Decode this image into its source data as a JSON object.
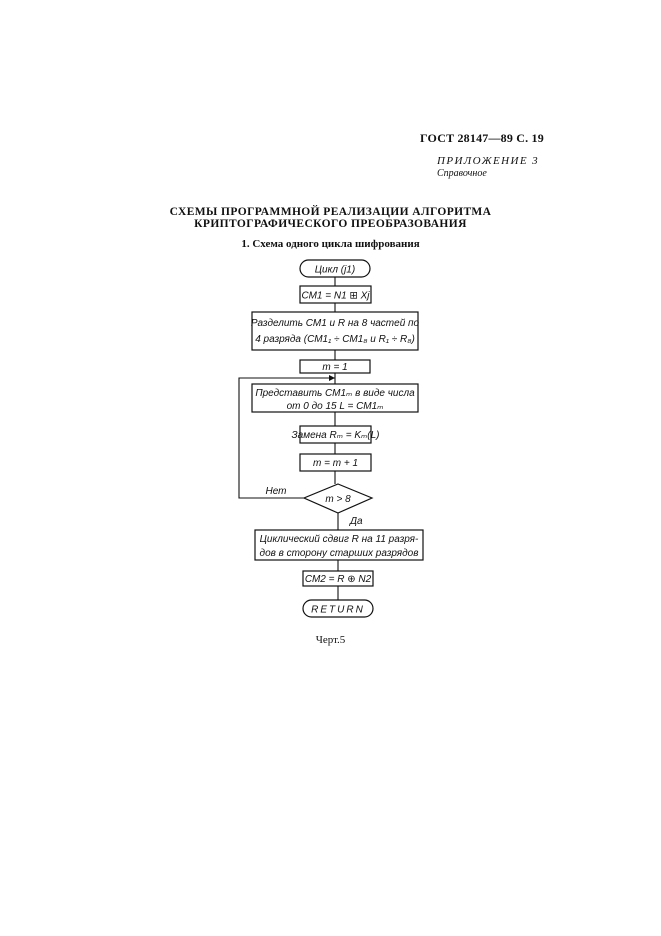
{
  "header": {
    "standard_ref": "ГОСТ 28147—89 С. 19",
    "appendix_title": "ПРИЛОЖЕНИЕ 3",
    "appendix_note": "Справочное"
  },
  "title": {
    "line1": "СХЕМЫ ПРОГРАММНОЙ РЕАЛИЗАЦИИ АЛГОРИТМА",
    "line2": "КРИПТОГРАФИЧЕСКОГО ПРЕОБРАЗОВАНИЯ"
  },
  "section_title": "1. Схема одного цикла шифрования",
  "flowchart": {
    "start": "Цикл (j1)",
    "step_sum": "СМ1 = N1 ⊞ Xj",
    "step_split_line1": "Разделить СМ1 и R на 8 частей по",
    "step_split_line2": "4 разряда (СМ1₁ ÷ СМ1₈ и R₁ ÷ R₈)",
    "step_init": "m = 1",
    "step_represent_line1": "Представить СМ1ₘ в виде числа",
    "step_represent_line2": "от 0 до 15   L = СМ1ₘ",
    "step_replace": "Замена Rₘ = Kₘ(L)",
    "step_increment": "m = m + 1",
    "decision": "m > 8",
    "decision_no": "Нет",
    "decision_yes": "Да",
    "step_shift_line1": "Циклический сдвиг R на 11 разря-",
    "step_shift_line2": "дов в сторону старших разрядов",
    "step_xor": "СМ2 = R ⊕ N2",
    "end": "RETURN"
  },
  "caption": "Черт.5"
}
